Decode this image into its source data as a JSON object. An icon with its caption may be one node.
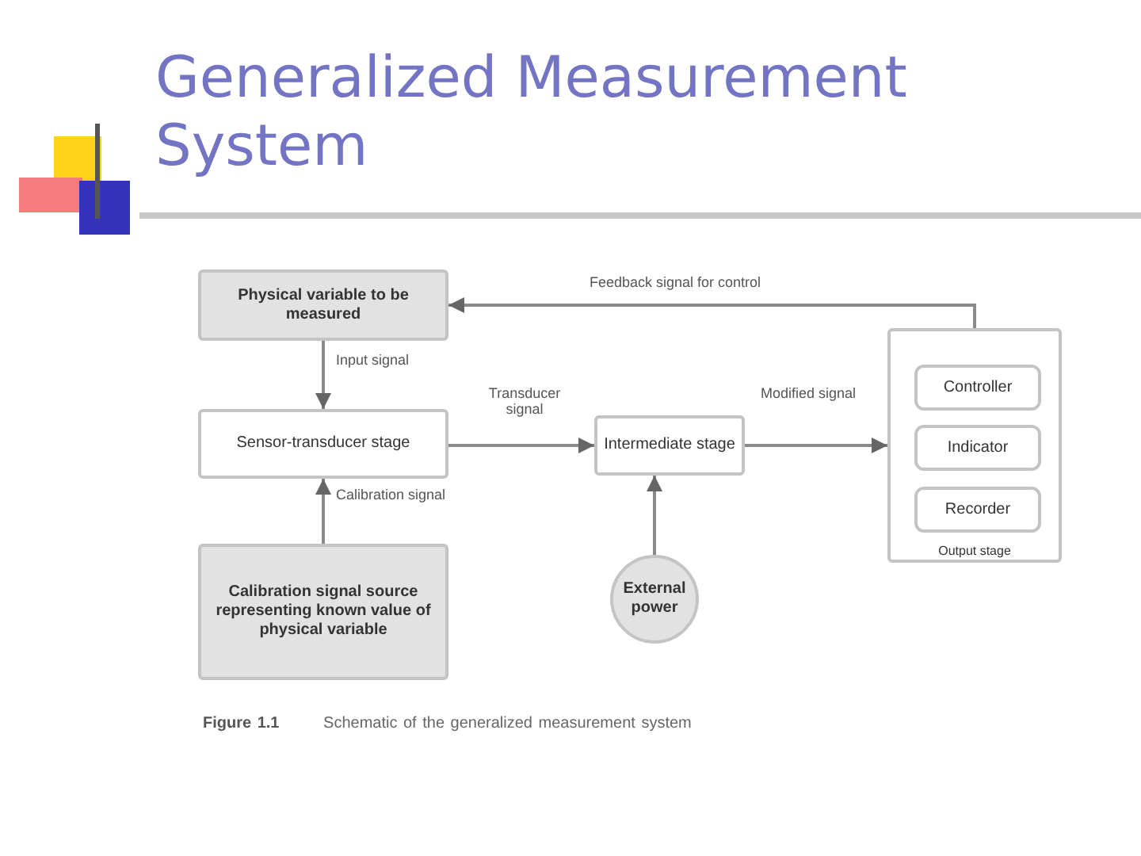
{
  "diagram": {
    "title": "Generalized Measurement System",
    "caption": "**Figure 1.1** Schematic of the generalized measurement system",
    "nodes": [
      {
        "text": [
          "Physical variable to be measured"
        ]
      },
      {
        "text": [
          "Sensor-transducer stage"
        ]
      },
      {
        "text": [
          "Calibration signal source representing known value of physical variable"
        ]
      },
      {
        "text": [
          "Intermediate stage"
        ]
      },
      {
        "text": [
          "External power"
        ]
      },
      {
        "text": [
          "Output stage"
        ]
      },
      {
        "text": [
          "Controller"
        ],
        "in": 5
      },
      {
        "text": [
          "Indicator"
        ],
        "in": 5
      },
      {
        "text": [
          "Recorder"
        ],
        "in": 5
      }
    ],
    "edges": [
      {
        "from": 0,
        "to": 1,
        "arrow": "to",
        "label": "Input signal"
      },
      {
        "from": 2,
        "to": 1,
        "arrow": "to",
        "label": "Calibration signal"
      },
      {
        "from": 1,
        "to": 3,
        "arrow": "to",
        "label": "Transducer signal"
      },
      {
        "from": 4,
        "to": 3,
        "arrow": "to"
      },
      {
        "from": 3,
        "to": 5,
        "arrow": "to",
        "label": "Modified signal"
      },
      {
        "from": 6,
        "to": 0,
        "arrow": "to",
        "label": "Feedback signal for control"
      }
    ]
  }
}
